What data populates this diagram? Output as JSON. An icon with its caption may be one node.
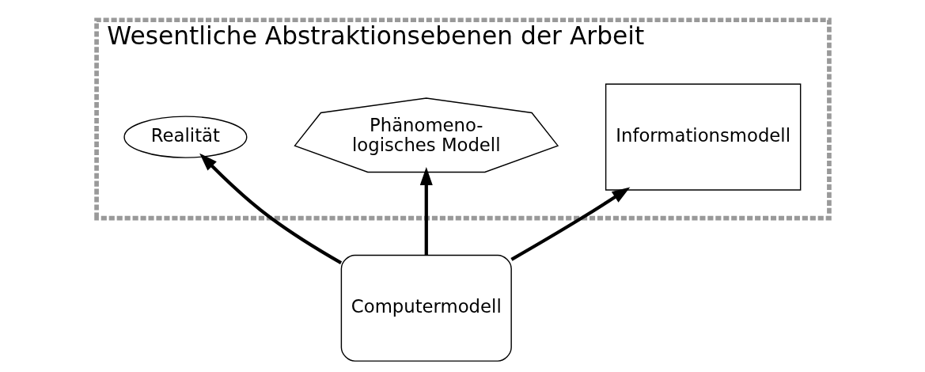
{
  "diagram": {
    "nodes": [
      {
        "text": [
          "Wesentliche Abstraktionsebenen der Arbeit"
        ]
      },
      {
        "text": [
          "Realität"
        ],
        "in": 0
      },
      {
        "text": [
          "Phänomeno- logisches Modell"
        ],
        "in": 0
      },
      {
        "text": [
          "Informationsmodell"
        ],
        "in": 0
      },
      {
        "text": [
          "Computermodell"
        ]
      }
    ],
    "edges": [
      {
        "from": 4,
        "to": 1,
        "arrow": "to"
      },
      {
        "from": 4,
        "to": 2,
        "arrow": "to"
      },
      {
        "from": 4,
        "to": 3,
        "arrow": "to"
      }
    ]
  }
}
